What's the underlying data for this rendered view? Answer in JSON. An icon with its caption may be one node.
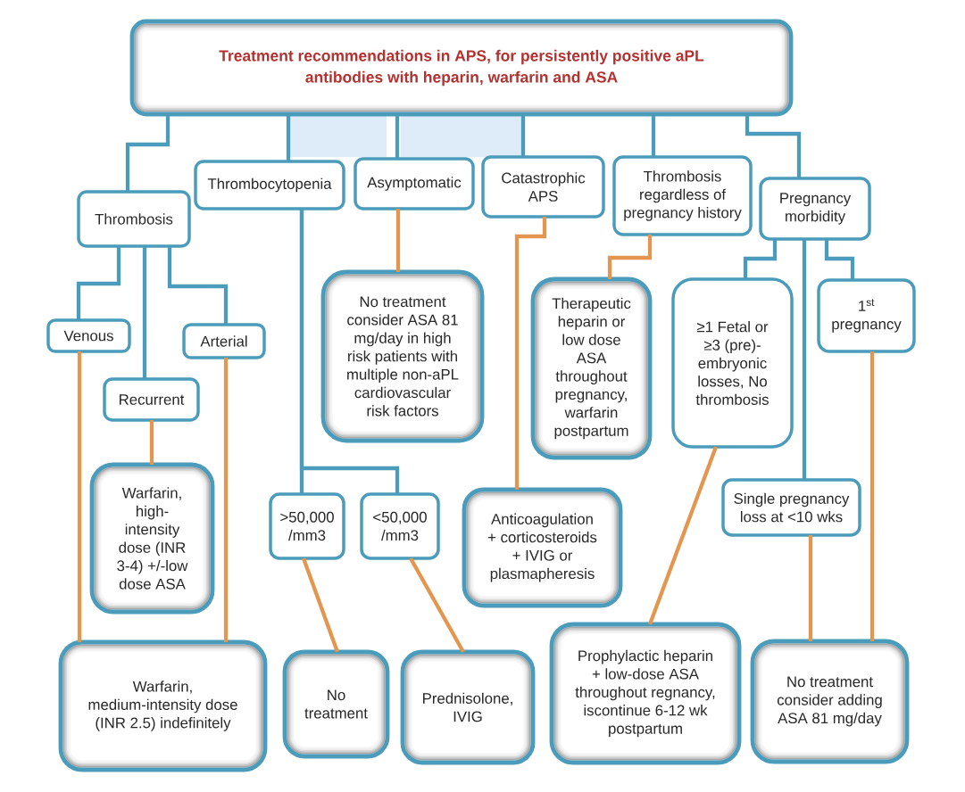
{
  "diagram": {
    "nodes": [
      {
        "text": [
          "Treatment recommendations in APS, for persistently positive aPL antibodies with heparin, warfarin and ASA"
        ]
      },
      {
        "text": [
          "Thrombosis"
        ]
      },
      {
        "text": [
          "Thrombocytopenia"
        ]
      },
      {
        "text": [
          "Asymptomatic"
        ]
      },
      {
        "text": [
          "Catastrophic APS"
        ]
      },
      {
        "text": [
          "Thrombosis regardless of pregnancy history"
        ]
      },
      {
        "text": [
          "Pregnancy morbidity"
        ]
      },
      {
        "text": [
          "Venous"
        ]
      },
      {
        "text": [
          "Arterial"
        ]
      },
      {
        "text": [
          "Recurrent"
        ]
      },
      {
        "text": [
          "No treatment consider ASA 81 mg/day in high risk patients with multiple non-aPL cardiovascular risk factors"
        ]
      },
      {
        "text": [
          "Therapeutic heparin or low dose ASA throughout pregnancy, warfarin postpartum"
        ]
      },
      {
        "text": [
          "≥1 Fetal or ≥3 (pre)-embryonic losses, No thrombosis"
        ]
      },
      {
        "text": [
          "1$^{st}$ pregnancy"
        ]
      },
      {
        "text": [
          "Warfarin, high-intensity dose (INR 3-4) +/-low dose ASA"
        ]
      },
      {
        "text": [
          ">50,000 /mm3"
        ]
      },
      {
        "text": [
          "<50,000 /mm3"
        ]
      },
      {
        "text": [
          "Anticoagulation + corticosteroids + IVIG or plasmapheresis"
        ]
      },
      {
        "text": [
          "Single pregnancy loss at <10 wks"
        ]
      },
      {
        "text": [
          "Warfarin, medium-intensity dose (INR 2.5) indefinitely"
        ]
      },
      {
        "text": [
          "No treatment"
        ]
      },
      {
        "text": [
          "Prednisolone, IVIG"
        ]
      },
      {
        "text": [
          "Prophylactic heparin + low-dose ASA throughout regnancy, iscontinue 6-12 wk postpartum"
        ]
      },
      {
        "text": [
          "No treatment consider adding ASA 81 mg/day"
        ]
      }
    ],
    "edges": [
      {
        "from": 0,
        "to": 1,
        "arrow": "none"
      },
      {
        "from": 0,
        "to": 2,
        "arrow": "none"
      },
      {
        "from": 0,
        "to": 3,
        "arrow": "none"
      },
      {
        "from": 0,
        "to": 4,
        "arrow": "none"
      },
      {
        "from": 0,
        "to": 5,
        "arrow": "none"
      },
      {
        "from": 0,
        "to": 6,
        "arrow": "none"
      },
      {
        "from": 1,
        "to": 7,
        "arrow": "none"
      },
      {
        "from": 1,
        "to": 9,
        "arrow": "none"
      },
      {
        "from": 1,
        "to": 8,
        "arrow": "none"
      },
      {
        "from": 2,
        "to": 15,
        "arrow": "none"
      },
      {
        "from": 2,
        "to": 16,
        "arrow": "none"
      },
      {
        "from": 3,
        "to": 10,
        "arrow": "none",
        "color": "#e3964f"
      },
      {
        "from": 4,
        "to": 17,
        "arrow": "none",
        "color": "#e3964f"
      },
      {
        "from": 5,
        "to": 11,
        "arrow": "none",
        "color": "#e3964f"
      },
      {
        "from": 6,
        "to": 12,
        "arrow": "none"
      },
      {
        "from": 6,
        "to": 18,
        "arrow": "none"
      },
      {
        "from": 6,
        "to": 13,
        "arrow": "none"
      },
      {
        "from": 7,
        "to": 19,
        "arrow": "none",
        "color": "#e3964f"
      },
      {
        "from": 9,
        "to": 14,
        "arrow": "none",
        "color": "#e3964f"
      },
      {
        "from": 8,
        "to": 19,
        "arrow": "none",
        "color": "#e3964f"
      },
      {
        "from": 15,
        "to": 20,
        "arrow": "none",
        "color": "#e3964f"
      },
      {
        "from": 16,
        "to": 21,
        "arrow": "none",
        "color": "#e3964f"
      },
      {
        "from": 12,
        "to": 22,
        "arrow": "none",
        "color": "#e3964f"
      },
      {
        "from": 18,
        "to": 23,
        "arrow": "none",
        "color": "#e3964f"
      },
      {
        "from": 13,
        "to": 23,
        "arrow": "none",
        "color": "#e3964f"
      }
    ]
  }
}
